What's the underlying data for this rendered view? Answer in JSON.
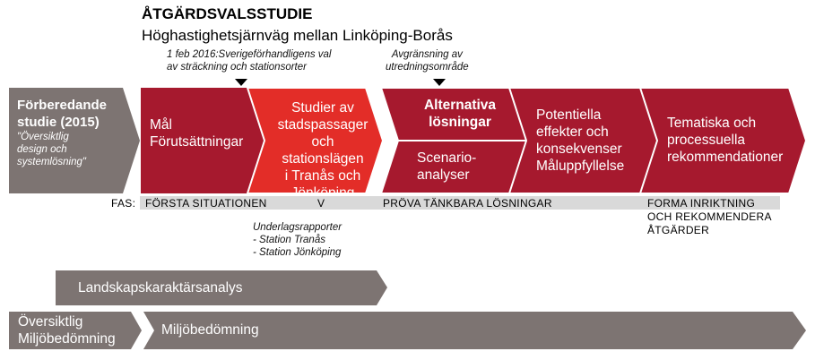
{
  "header": {
    "title": "ÅTGÄRDSVALSSTUDIE",
    "subtitle": "Höghastighetsjärnväg mellan Linköping-Borås"
  },
  "notes": {
    "left_line1": "1 feb 2016:Sverigeförhandligens val",
    "left_line2": "av sträckning och stationsorter",
    "right_line1": "Avgränsning av",
    "right_line2": "utredningsområde"
  },
  "preliminary": {
    "title_line1": "Förberedande",
    "title_line2": "studie (2015)",
    "sub_line1": "\"Översiktlig",
    "sub_line2": "design och",
    "sub_line3": "systemlösning\""
  },
  "steps": [
    {
      "line1": "Mål",
      "line2": "Förutsättningar"
    },
    {
      "line1": "Studier av",
      "line2": "stadspassager",
      "line3": "och stationslägen",
      "line4": "i Tranås och",
      "line5": "Jönköping"
    },
    {
      "top_line1": "Alternativa",
      "top_line2": "lösningar",
      "bottom_line1": "Scenario-",
      "bottom_line2": "analyser"
    },
    {
      "line1": "Potentiella",
      "line2": "effekter och",
      "line3": "konsekvenser",
      "line4": "Måluppfyllelse"
    },
    {
      "line1": "Tematiska och",
      "line2": "processuella",
      "line3": "rekommendationer"
    }
  ],
  "phases": {
    "label": "FAS:",
    "phase1": "FÖRSTA SITUATIONEN",
    "phase2": "PRÖVA TÄNKBARA LÖSNINGAR",
    "phase3_line1": "FORMA INRIKTNING",
    "phase3_line2": "OCH REKOMMENDERA",
    "phase3_line3": "ÅTGÄRDER",
    "marker": "V"
  },
  "reports": {
    "line1": "Underlagsrapporter",
    "line2": "- Station Tranås",
    "line3": "- Station Jönköping"
  },
  "bottom": {
    "landscape": "Landskapskaraktärsanalys",
    "overview_line1": "Översiktlig",
    "overview_line2": "Miljöbedömning",
    "environment": "Miljöbedömning"
  },
  "colors": {
    "dark_red": "#a6192e",
    "bright_red": "#e32d28",
    "gray_box": "#7d7472",
    "fas_bar": "#d9d9d9"
  }
}
